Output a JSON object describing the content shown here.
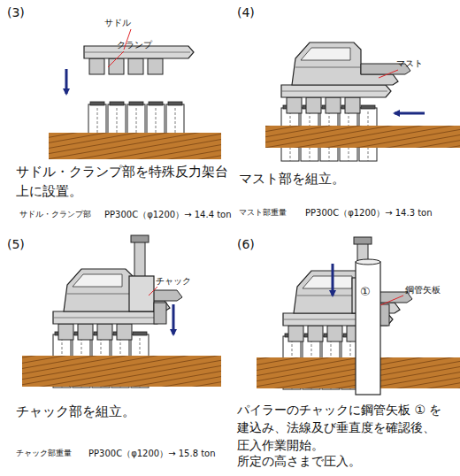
{
  "diagram": {
    "labels": [
      "(3)",
      "サドル",
      "クランプ",
      "サドル・クランプ部を特殊反力架台 上に設置。",
      "サドル・クランプ部",
      "PP300C（φ1200）→ 14.4 ton",
      "(4)",
      "マスト",
      "マスト部を組立。",
      "マスト部重量",
      "PP300C（φ1200）→ 14.3 ton",
      "(5)",
      "チャック",
      "チャック部を組立。",
      "チャック部重量",
      "PP300C（φ1200）→ 15.8 ton",
      "(6)",
      "①",
      "鋼管矢板",
      "パイラーのチャックに鋼管矢板 ① を 建込み、法線及び垂直度を確認後、 圧入作業開始。",
      "所定の高さまで圧入。"
    ]
  }
}
